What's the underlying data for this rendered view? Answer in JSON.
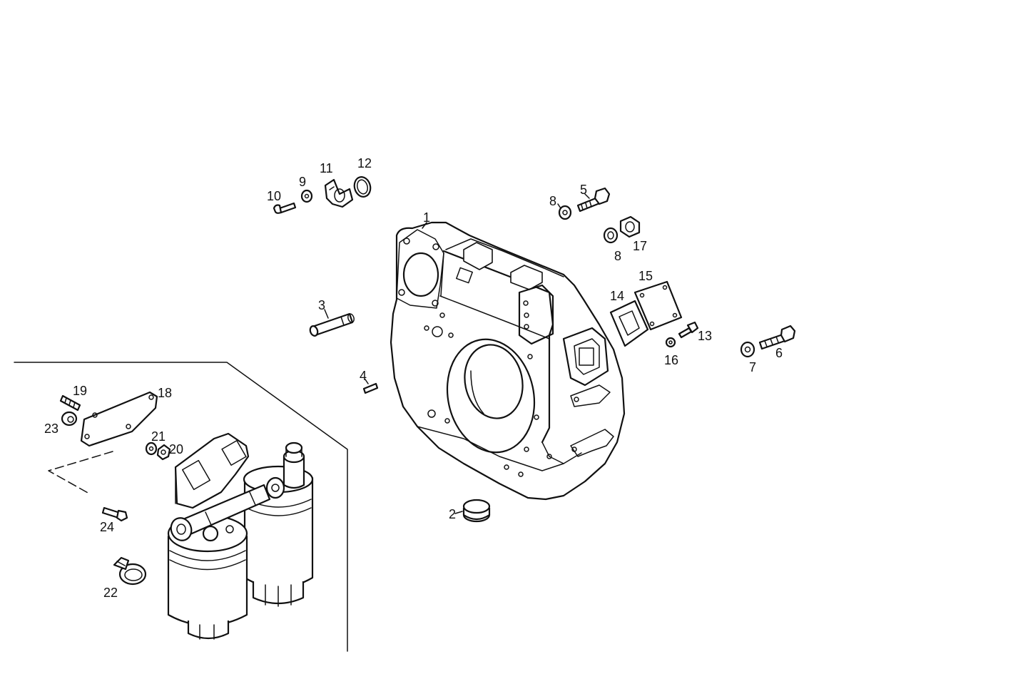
{
  "labels": {
    "p1": "1",
    "p2": "2",
    "p3": "3",
    "p4": "4",
    "p5": "5",
    "p6": "6",
    "p7": "7",
    "p8a": "8",
    "p8b": "8",
    "p9": "9",
    "p10": "10",
    "p11": "11",
    "p12": "12",
    "p13": "13",
    "p14": "14",
    "p15": "15",
    "p16": "16",
    "p17": "17",
    "p18": "18",
    "p19": "19",
    "p20": "20",
    "p21": "21",
    "p22": "22",
    "p23": "23",
    "p24": "24"
  }
}
